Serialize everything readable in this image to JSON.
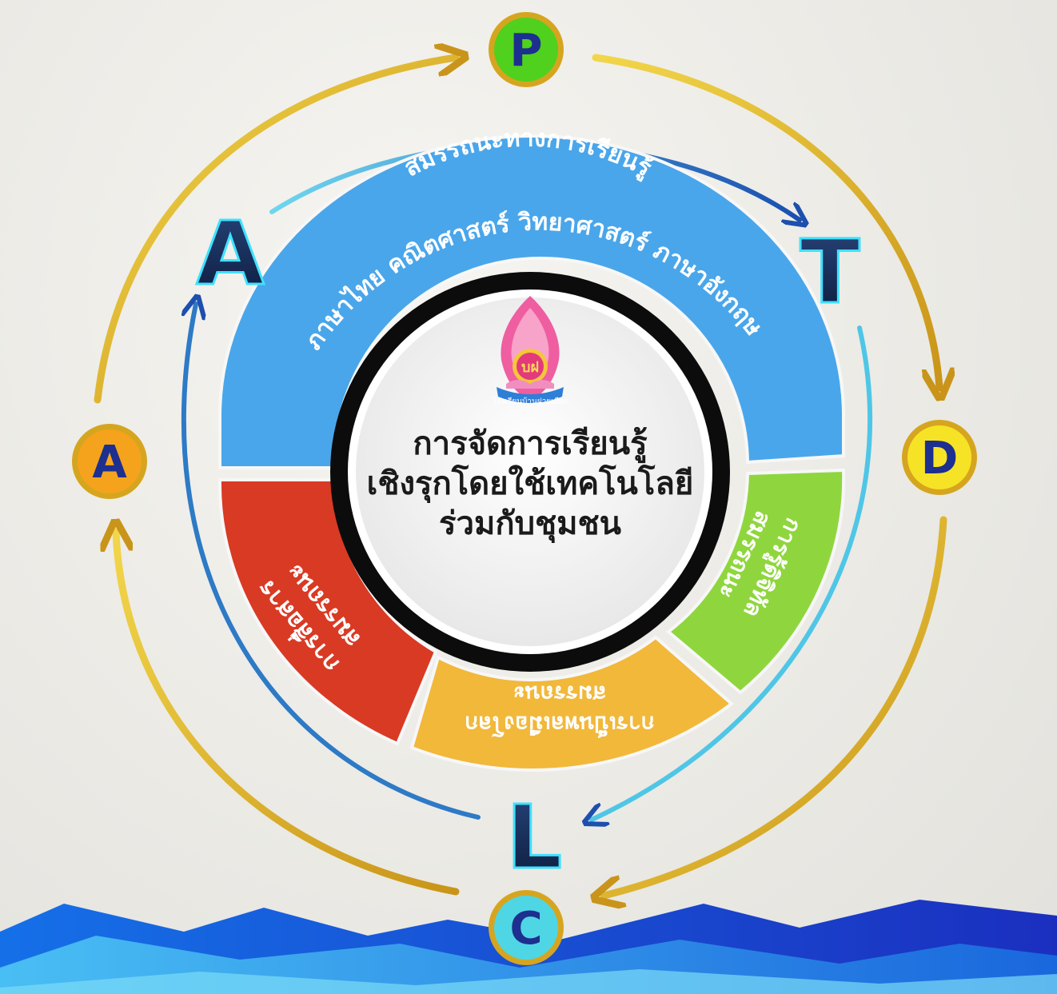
{
  "cycle": {
    "outer_nodes": [
      {
        "letter": "P",
        "color": "#4fd11e"
      },
      {
        "letter": "D",
        "color": "#f7e326"
      },
      {
        "letter": "C",
        "color": "#4fd6e4"
      },
      {
        "letter": "A",
        "color": "#f5a31c"
      }
    ],
    "inner_letters": [
      "T",
      "L",
      "A"
    ]
  },
  "segments": {
    "top": {
      "color": "#4aa6ea",
      "line1": "สมรรถนะทางการเรียนรู้",
      "line2": "ภาษาไทย คณิตศาสตร์ วิทยาศาสตร์ ภาษาอังกฤษ"
    },
    "right": {
      "color": "#8fd63e",
      "line1": "สมรรถนะ",
      "line2": "การรู้ดิจิทัล"
    },
    "bottom": {
      "color": "#f2b83a",
      "line1": "สมรรถนะ",
      "line2": "การเป็นพลเมืองโลก"
    },
    "left": {
      "color": "#d93a24",
      "line1": "สมรรถนะ",
      "line2": "การสื่อสาร"
    }
  },
  "center": {
    "logo_text": "โรงเรียนบ้านฝายเมือง",
    "title_lines": [
      "การจัดการเรียนรู้",
      "เชิงรุกโดยใช้เทคโนโลยี",
      "ร่วมกับชุมชน"
    ]
  }
}
